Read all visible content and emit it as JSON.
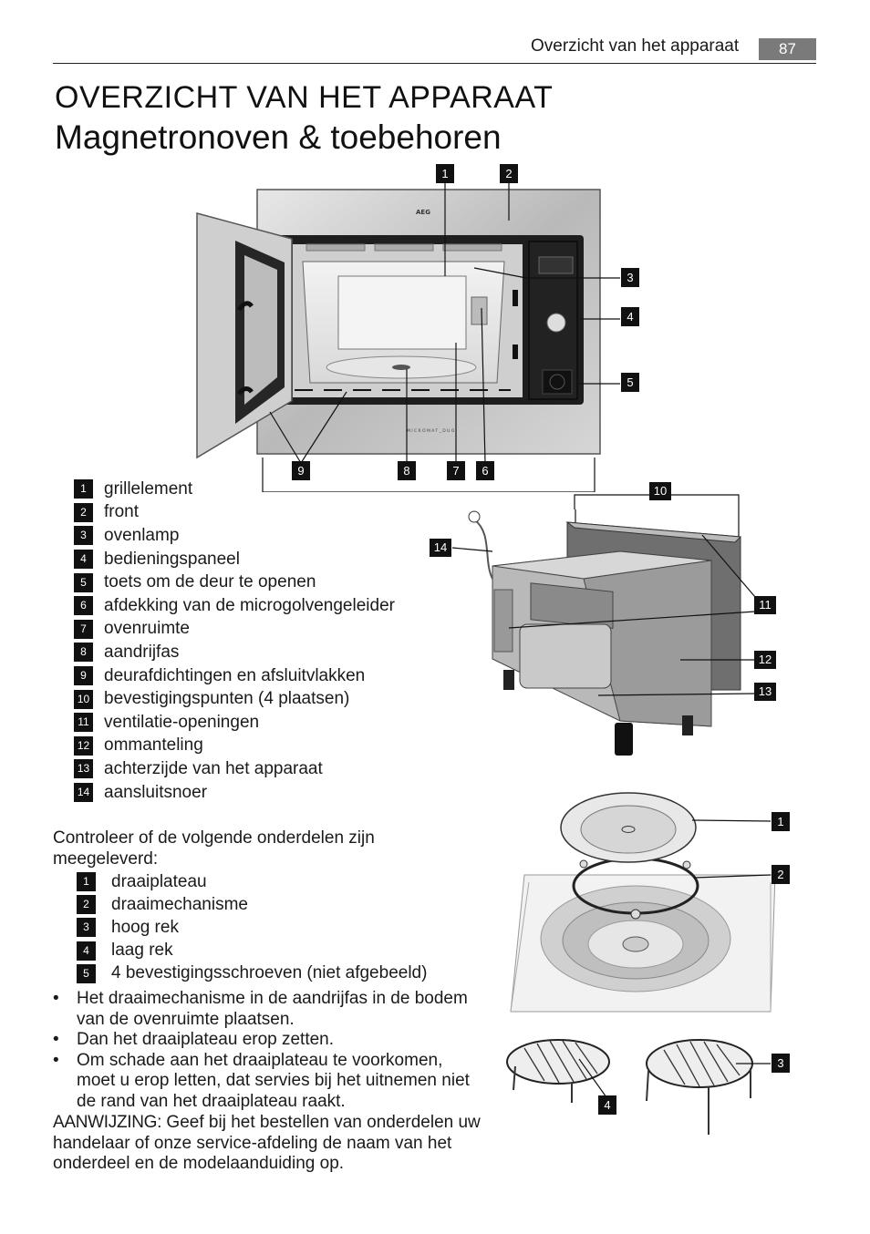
{
  "header": {
    "section": "Overzicht van het apparaat",
    "page_number": "87"
  },
  "title": {
    "main": "OVERZICHT VAN HET APPARAAT",
    "sub": "Magnetronoven & toebehoren"
  },
  "figure1": {
    "brand": "AEG",
    "model_label": "MICROMAT_DUO",
    "callouts": [
      "1",
      "2",
      "3",
      "4",
      "5",
      "6",
      "7",
      "8",
      "9"
    ]
  },
  "figure2": {
    "callouts": [
      "10",
      "11",
      "12",
      "13",
      "14"
    ]
  },
  "figure3": {
    "callouts": [
      "1",
      "2",
      "3",
      "4"
    ]
  },
  "parts": [
    {
      "num": "1",
      "label": "grillelement"
    },
    {
      "num": "2",
      "label": "front"
    },
    {
      "num": "3",
      "label": "ovenlamp"
    },
    {
      "num": "4",
      "label": "bedieningspaneel"
    },
    {
      "num": "5",
      "label": "toets om de deur te openen"
    },
    {
      "num": "6",
      "label": "afdekking van de microgolvengeleider"
    },
    {
      "num": "7",
      "label": "ovenruimte"
    },
    {
      "num": "8",
      "label": "aandrijfas"
    },
    {
      "num": "9",
      "label": "deurafdichtingen en afsluitvlakken"
    },
    {
      "num": "10",
      "label": "bevestigingspunten (4 plaatsen)"
    },
    {
      "num": "11",
      "label": "ventilatie-openingen"
    },
    {
      "num": "12",
      "label": "ommanteling"
    },
    {
      "num": "13",
      "label": "achterzijde van het apparaat"
    },
    {
      "num": "14",
      "label": "aansluitsnoer"
    }
  ],
  "supplied_intro_1": "Controleer of de volgende onderdelen zijn",
  "supplied_intro_2": "meegeleverd:",
  "supplied": [
    {
      "num": "1",
      "label": "draaiplateau"
    },
    {
      "num": "2",
      "label": "draaimechanisme"
    },
    {
      "num": "3",
      "label": "hoog rek"
    },
    {
      "num": "4",
      "label": "laag rek"
    },
    {
      "num": "5",
      "label": "4 bevestigingsschroeven (niet afgebeeld)"
    }
  ],
  "bullets": [
    "Het draaimechanisme in de aandrijfas in de bodem van de ovenruimte plaatsen.",
    "Dan het draaiplateau erop zetten.",
    "Om schade aan het draaiplateau te voorkomen, moet u erop letten, dat servies bij het uitnemen niet de rand van het draaiplateau raakt."
  ],
  "bullet_symbol": "•",
  "note": {
    "label": "AANWIJZING:",
    "text": " Geef bij het bestellen van onderdelen uw handelaar of onze service-afdeling de naam van het onderdeel en de modelaanduiding op."
  }
}
